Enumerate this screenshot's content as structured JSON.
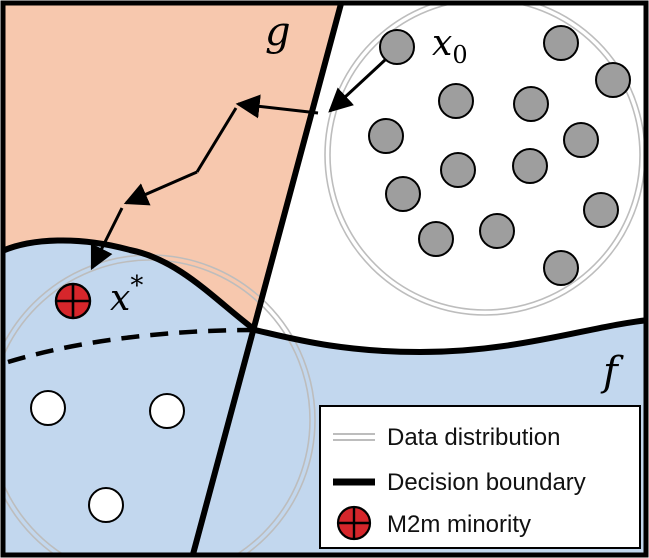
{
  "labels": {
    "g": "g",
    "f": "f",
    "x0": "x",
    "x0_sub": "0",
    "xstar": "x",
    "xstar_sup": "*"
  },
  "legend": {
    "data_distribution": "Data distribution",
    "decision_boundary": "Decision boundary",
    "m2m_minority": "M2m minority"
  },
  "colors": {
    "region_g": "#F7C8AE",
    "region_f": "#C2D7EE",
    "region_white": "#FFFFFF",
    "boundary": "#000000",
    "majority_point": "#9E9E9E",
    "minority_point": "#FFFFFF",
    "m2m_point": "#D6262B",
    "distribution_ring": "#BDBDBD"
  }
}
